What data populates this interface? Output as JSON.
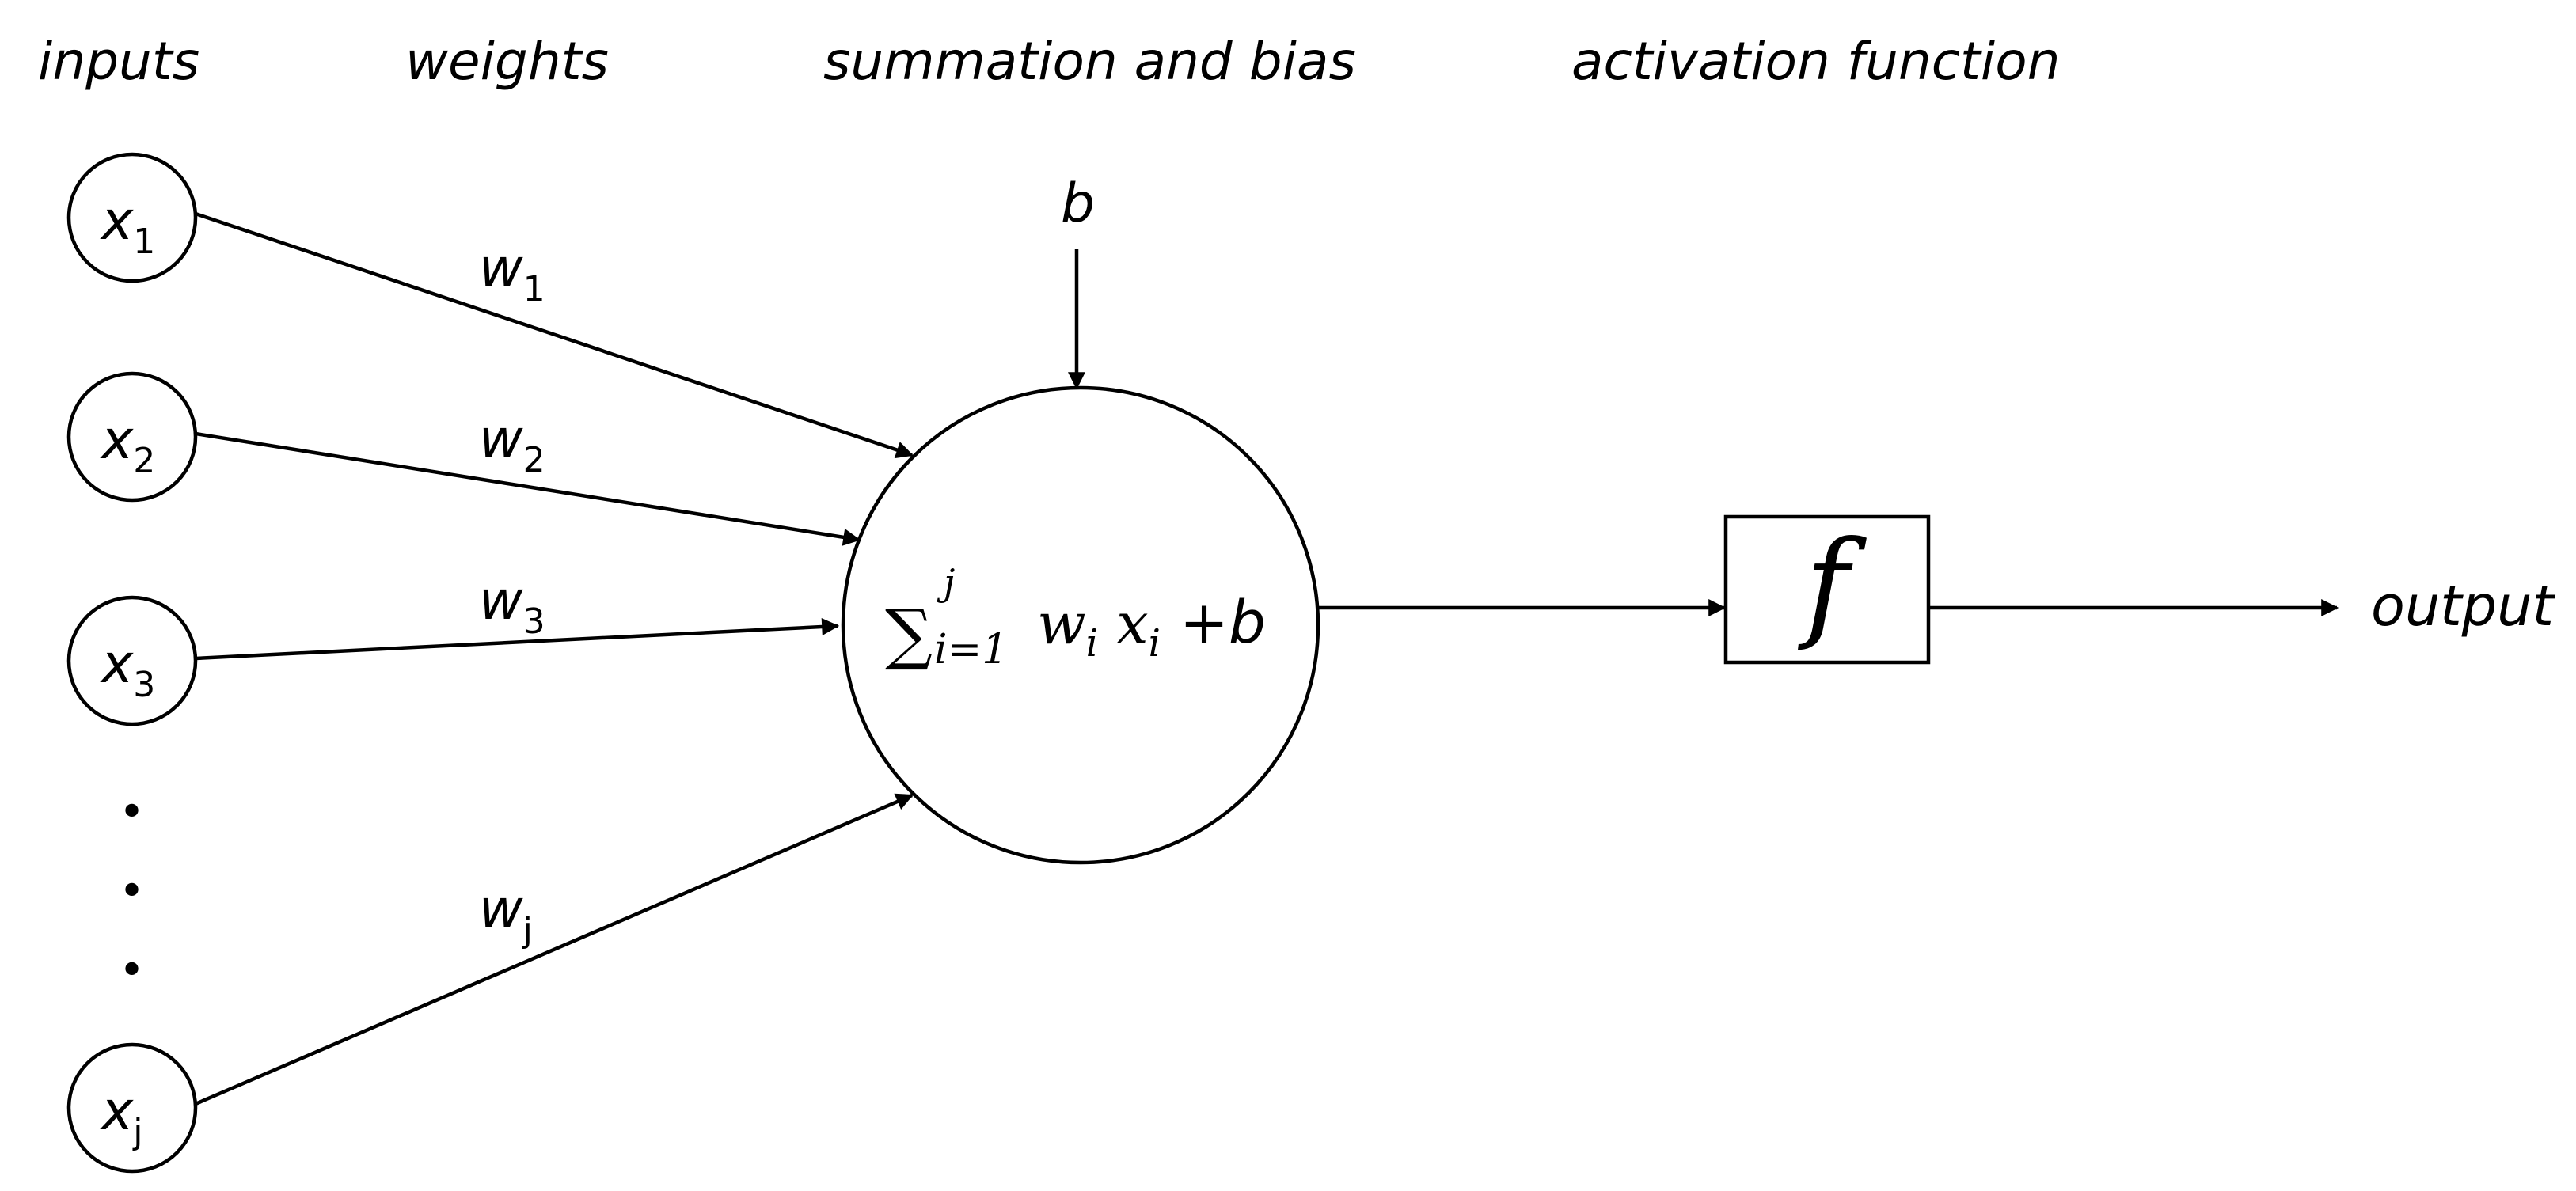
{
  "headers": {
    "inputs": "inputs",
    "weights": "weights",
    "summation": "summation and bias",
    "activation": "activation function"
  },
  "inputs": [
    {
      "var": "x",
      "sub": "1"
    },
    {
      "var": "x",
      "sub": "2"
    },
    {
      "var": "x",
      "sub": "3"
    },
    {
      "var": "x",
      "sub": "j"
    }
  ],
  "weights": [
    {
      "var": "w",
      "sub": "1"
    },
    {
      "var": "w",
      "sub": "2"
    },
    {
      "var": "w",
      "sub": "3"
    },
    {
      "var": "w",
      "sub": "j"
    }
  ],
  "ellipsis": [
    "•",
    "•",
    "•"
  ],
  "bias": "b",
  "formula": {
    "sigma": "∑",
    "upper": "j",
    "lower": "i=1",
    "w": "w",
    "w_sub": "i",
    "x": "x",
    "x_sub": "i",
    "plus_b": "+b"
  },
  "activation_symbol": "f",
  "output": "output"
}
